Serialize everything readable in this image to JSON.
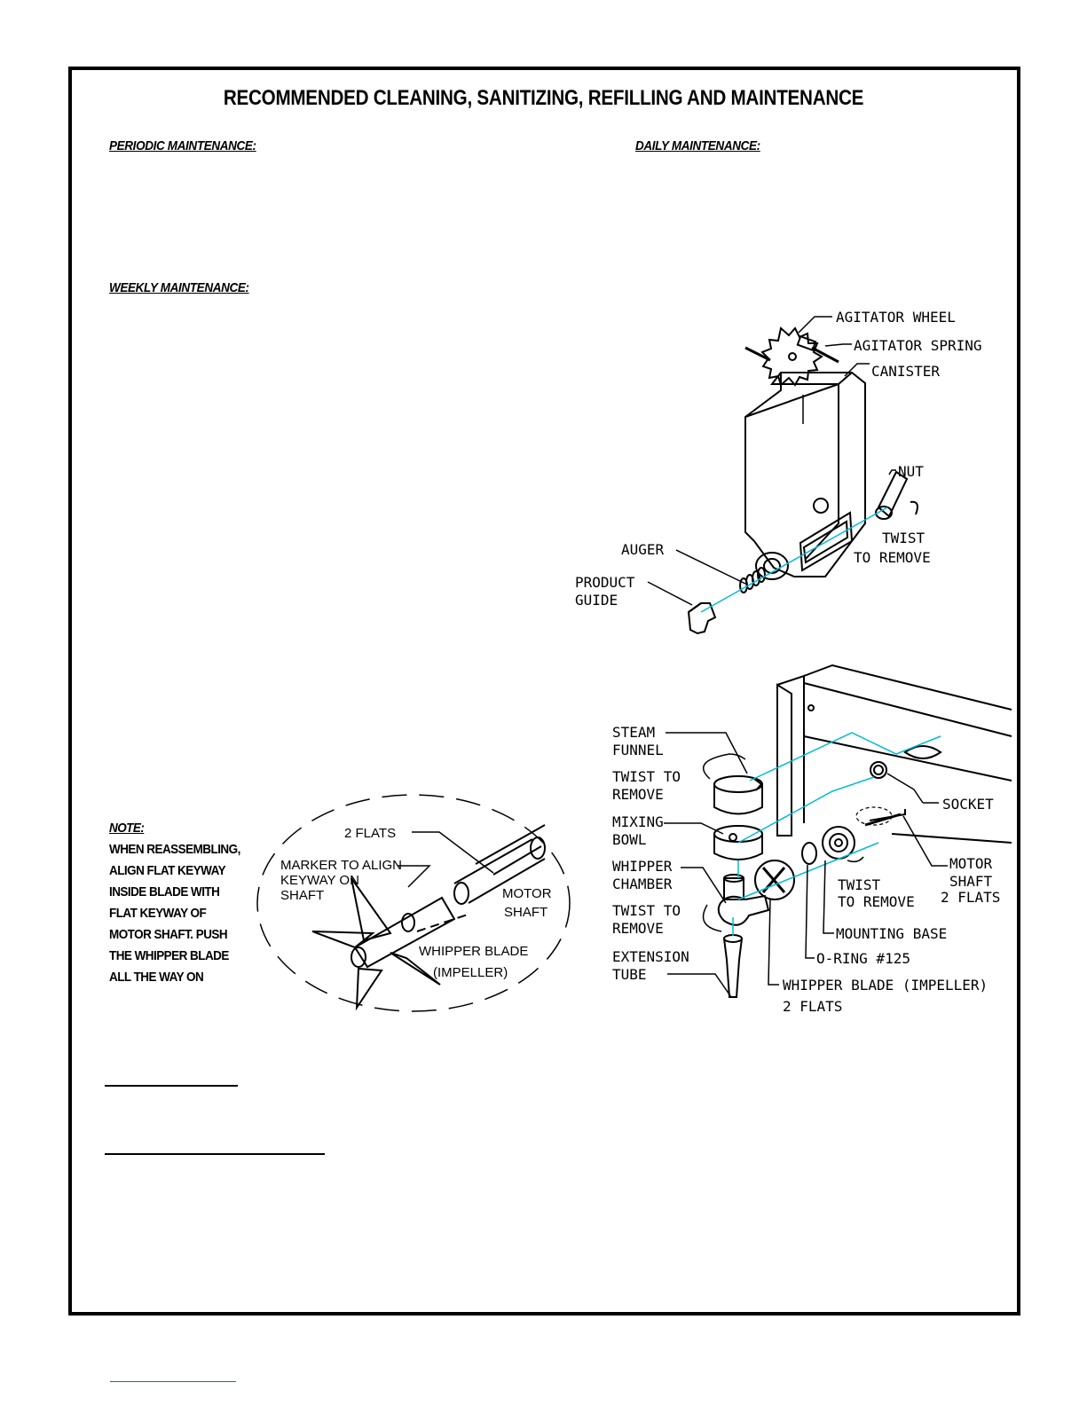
{
  "title": "RECOMMENDED CLEANING, SANITIZING, REFILLING AND MAINTENANCE",
  "sections": {
    "periodic": "PERIODIC MAINTENANCE:",
    "daily": "DAILY MAINTENANCE:",
    "weekly": "WEEKLY MAINTENANCE:"
  },
  "note": {
    "heading": "NOTE:",
    "lines": [
      "WHEN REASSEMBLING,",
      "ALIGN FLAT KEYWAY",
      "INSIDE BLADE WITH",
      "FLAT KEYWAY OF",
      "MOTOR SHAFT. PUSH",
      "THE WHIPPER BLADE",
      "ALL THE WAY ON"
    ]
  },
  "canister_diagram": {
    "agitator_wheel": "AGITATOR WHEEL",
    "agitator_spring": "AGITATOR SPRING",
    "canister": "CANISTER",
    "nut": "NUT",
    "twist_remove_1": "TWIST",
    "twist_remove_2": "TO REMOVE",
    "auger": "AUGER",
    "product_guide_1": "PRODUCT",
    "product_guide_2": "GUIDE"
  },
  "whipper_diagram": {
    "steam_funnel_1": "STEAM",
    "steam_funnel_2": "FUNNEL",
    "twist_1a": "TWIST TO",
    "twist_1b": "REMOVE",
    "mixing_bowl_1": "MIXING",
    "mixing_bowl_2": "BOWL",
    "whipper_chamber_1": "WHIPPER",
    "whipper_chamber_2": "CHAMBER",
    "twist_2a": "TWIST TO",
    "twist_2b": "REMOVE",
    "extension_tube_1": "EXTENSION",
    "extension_tube_2": "TUBE",
    "socket": "SOCKET",
    "motor_shaft_1": "MOTOR",
    "motor_shaft_2": "SHAFT",
    "motor_shaft_3": "2 FLATS",
    "twist_3a": "TWIST",
    "twist_3b": "TO REMOVE",
    "mounting_base": "MOUNTING BASE",
    "o_ring": "O-RING #125",
    "whipper_blade_1": "WHIPPER BLADE (IMPELLER)",
    "whipper_blade_2": "2 FLATS"
  },
  "detail_diagram": {
    "flats": "2 FLATS",
    "marker_1": "MARKER TO ALIGN",
    "marker_2": "KEYWAY ON",
    "marker_3": "SHAFT",
    "motor": "MOTOR",
    "shaft": "SHAFT",
    "whipper_blade": "WHIPPER BLADE",
    "impeller": "(IMPELLER)"
  }
}
